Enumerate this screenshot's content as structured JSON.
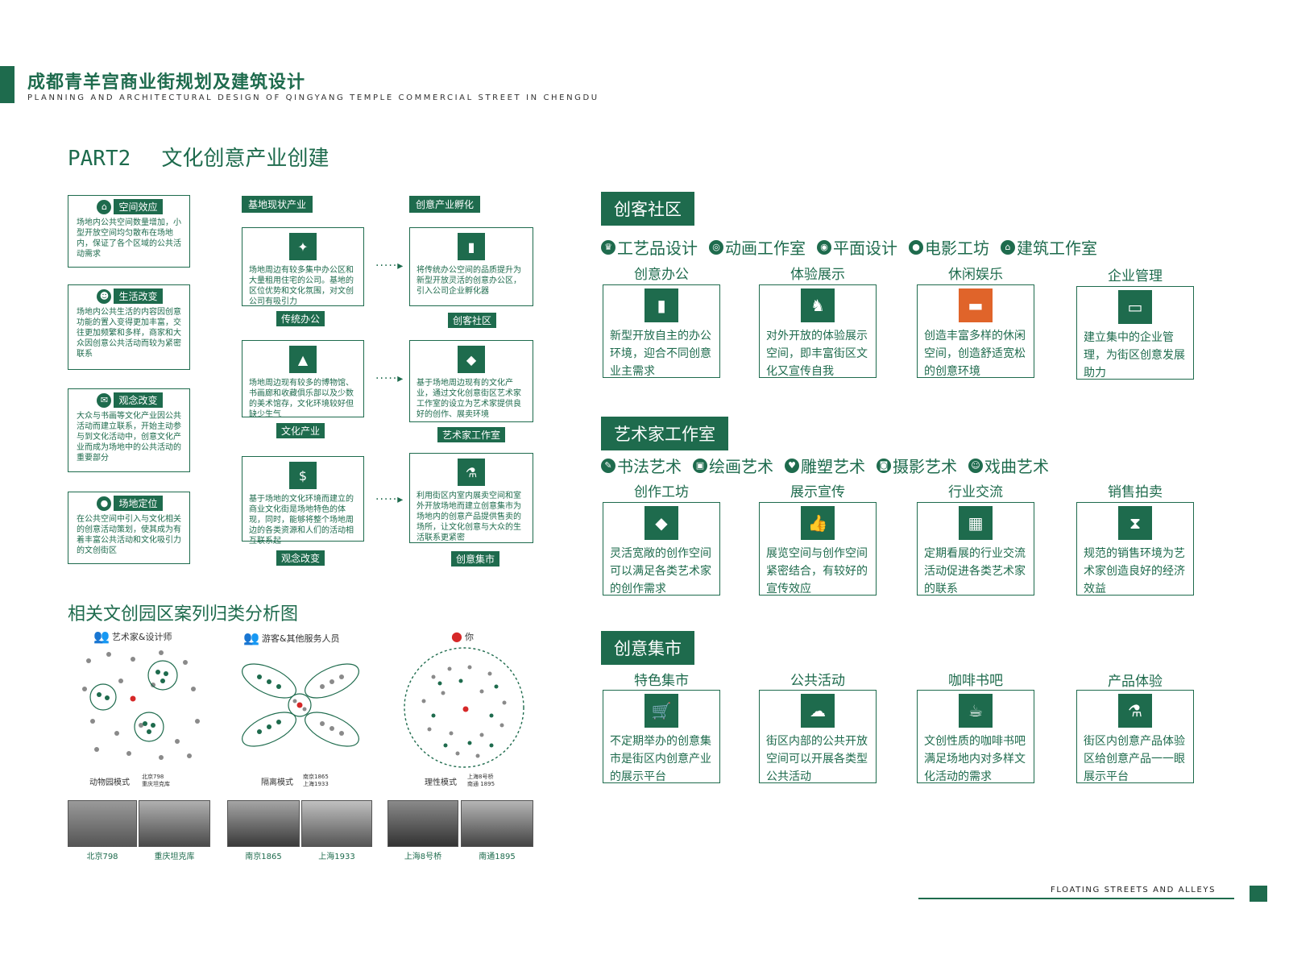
{
  "header": {
    "title_cn": "成都青羊宫商业街规划及建筑设计",
    "title_en": "PLANNING AND ARCHITECTURAL DESIGN OF QINGYANG TEMPLE COMMERCIAL STREET IN CHENGDU"
  },
  "part": {
    "number": "PART2",
    "title": "文化创意产业创建"
  },
  "effects": [
    {
      "icon": "home-icon",
      "title": "空间效应",
      "text": "场地内公共空间数量增加，小型开放空间均匀散布在场地内，保证了各个区域的公共活动需求"
    },
    {
      "icon": "people-icon",
      "title": "生活改变",
      "text": "场地内公共生活的内容因创意功能的置入变得更加丰富，交往更加频繁和多样，商家和大众因创意公共活动而较为紧密联系"
    },
    {
      "icon": "chat-icon",
      "title": "观念改变",
      "text": "大众与书画等文化产业因公共活动而建立联系，开始主动参与到文化活动中，创意文化产业而成为场地中的公共活动的重要部分"
    },
    {
      "icon": "location-icon",
      "title": "场地定位",
      "text": "在公共空间中引入与文化相关的创意活动策划，使其成为有着丰富公共活动和文化吸引力的文创街区"
    }
  ],
  "flow": {
    "col_left": "基地现状产业",
    "col_right": "创意产业孵化",
    "arrow": "·····▸",
    "rows": [
      {
        "left_text": "场地周边有较多集中办公区和大量租用住宅的公司。基地的区位优势和文化氛围，对文创公司有吸引力",
        "left_label": "传统办公",
        "right_text": "将传统办公空间的品质提升为新型开放灵活的创意办公区，引入公司企业孵化器",
        "right_label": "创客社区"
      },
      {
        "left_text": "场地周边现有较多的博物馆、书画廊和收藏俱乐部以及少数的美术馆存，文化环境较好但缺少生气",
        "left_label": "文化产业",
        "right_text": "基于场地周边现有的文化产业，通过文化创意街区艺术家工作室的设立为艺术家提供良好的创作、展卖环境",
        "right_label": "艺术家工作室"
      },
      {
        "left_text": "基于场地的文化环境而建立的商业文化街是场地特色的体现，同时，能够将整个场地周边的各类资源和人们的活动相互联系起",
        "left_label": "观念改变",
        "right_text": "利用街区内室内展卖空间和室外开放场地而建立创意集市为场地内的创意产品提供售卖的场所，让文化创意与大众的生活联系更紧密",
        "right_label": "创意集市"
      }
    ]
  },
  "sections": [
    {
      "head": "创客社区",
      "cats": [
        "工艺品设计",
        "动画工作室",
        "平面设计",
        "电影工坊",
        "建筑工作室"
      ],
      "cards": [
        {
          "title": "创意办公",
          "icon": "door-icon",
          "text": "新型开放自主的办公环境，迎合不同创意业主需求"
        },
        {
          "title": "体验展示",
          "icon": "chess-knight-icon",
          "text": "对外开放的体验展示空间，即丰富街区文化又宣传自我"
        },
        {
          "title": "休闲娱乐",
          "icon": "sofa-icon",
          "text": "创造丰富多样的休闲空间，创造舒适宽松的创意环境"
        },
        {
          "title": "企业管理",
          "icon": "monitor-icon",
          "text": "建立集中的企业管理，为街区创意发展助力"
        }
      ]
    },
    {
      "head": "艺术家工作室",
      "cats": [
        "书法艺术",
        "绘画艺术",
        "雕塑艺术",
        "摄影艺术",
        "戏曲艺术"
      ],
      "cards": [
        {
          "title": "创作工坊",
          "icon": "lamp-icon",
          "text": "灵活宽敞的创作空间可以满足各类艺术家的创作需求"
        },
        {
          "title": "展示宣传",
          "icon": "thumbs-up-icon",
          "text": "展览空间与创作空间紧密结合，有较好的宣传效应"
        },
        {
          "title": "行业交流",
          "icon": "screens-icon",
          "text": "定期看展的行业交流活动促进各类艺术家的联系"
        },
        {
          "title": "销售拍卖",
          "icon": "hourglass-icon",
          "text": "规范的销售环境为艺术家创造良好的经济效益"
        }
      ]
    },
    {
      "head": "创意集市",
      "cats": [],
      "cards": [
        {
          "title": "特色集市",
          "icon": "cart-icon",
          "text": "不定期举办的创意集市是街区内创意产业的展示平台"
        },
        {
          "title": "公共活动",
          "icon": "cloud-icon",
          "text": "街区内部的公共开放空间可以开展各类型公共活动"
        },
        {
          "title": "咖啡书吧",
          "icon": "coffee-icon",
          "text": "文创性质的咖啡书吧满足场地内对多样文化活动的需求"
        },
        {
          "title": "产品体验",
          "icon": "flask-icon",
          "text": "街区内创意产品体验区给创意产品一一眼展示平台"
        }
      ]
    }
  ],
  "analysis": {
    "title": "相关文创园区案列归类分析图",
    "legend1": "艺术家&设计师",
    "legend2": "游客&其他服务人员",
    "legend3": "你",
    "modes": [
      {
        "name": "动物园模式",
        "refs": [
          "北京798",
          "重庆坦克库"
        ],
        "photos": [
          "北京798",
          "重庆坦克库"
        ]
      },
      {
        "name": "隔离模式",
        "refs": [
          "南京1865",
          "上海1933"
        ],
        "photos": [
          "南京1865",
          "上海1933"
        ]
      },
      {
        "name": "理性模式",
        "refs": [
          "上海8号桥",
          "南通 1895"
        ],
        "photos": [
          "上海8号桥",
          "南通1895"
        ]
      }
    ]
  },
  "footer": {
    "text": "FLOATING STREETS AND ALLEYS"
  },
  "colors": {
    "brand": "#1e6b4d",
    "accent_red": "#d62828",
    "person_gray": "#8a8a8a"
  }
}
